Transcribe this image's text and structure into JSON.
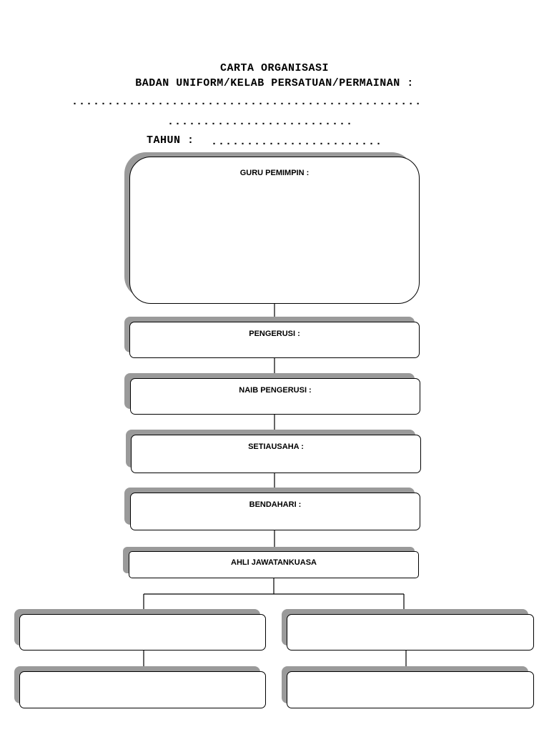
{
  "header": {
    "title": "CARTA ORGANISASI",
    "subtitle": "BADAN UNIFORM/KELAB PERSATUAN/PERMAINAN :",
    "dots_line1": ".................................................",
    "dots_line2": "..........................",
    "year_label": "TAHUN :",
    "year_dots": "........................"
  },
  "chart": {
    "guru_pemimpin": "GURU PEMIMPIN :",
    "pengerusi": "PENGERUSI :",
    "naib_pengerusi": "NAIB PENGERUSI :",
    "setiausaha": "SETIAUSAHA :",
    "bendahari": "BENDAHARI :",
    "ahli_jawatankuasa": "AHLI JAWATANKUASA"
  }
}
